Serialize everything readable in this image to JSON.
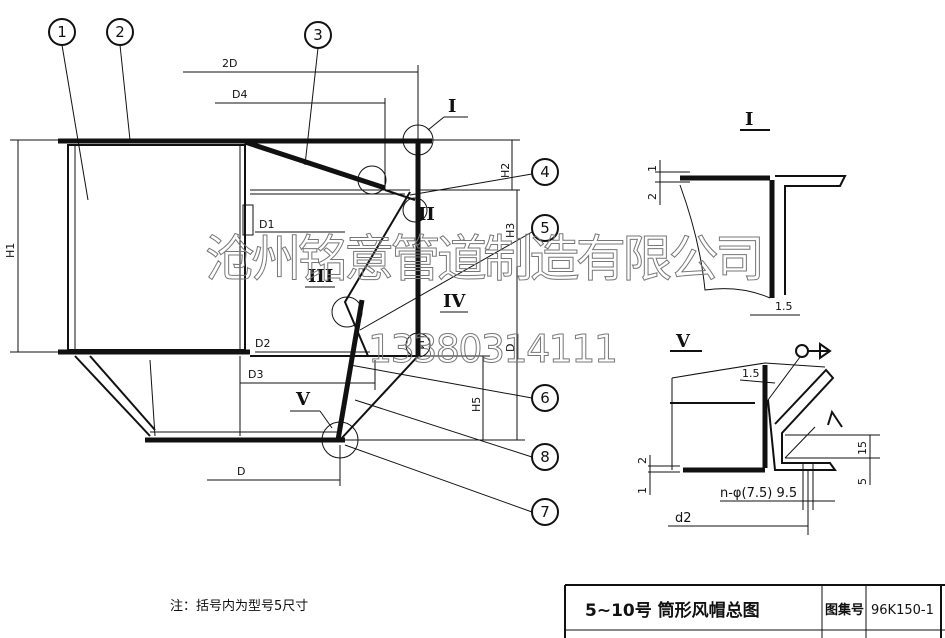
{
  "balloons": [
    "1",
    "2",
    "3",
    "4",
    "5",
    "6",
    "7",
    "8"
  ],
  "roman_labels": {
    "I": "I",
    "II": "II",
    "III": "III",
    "IV": "IV",
    "V": "V"
  },
  "dimensions": {
    "twoD": "2D",
    "D4": "D4",
    "D1": "D1",
    "D2": "D2",
    "D3": "D3",
    "D": "D",
    "D_right": "D",
    "H1": "H1",
    "H2": "H2",
    "H3": "H3",
    "H4": "H4",
    "H5": "H5"
  },
  "detail_I": {
    "title": "I",
    "dim_1": "1",
    "dim_2": "2",
    "dim_15": "1.5"
  },
  "detail_V": {
    "title": "V",
    "dim_15t": "1.5",
    "dim_2": "2",
    "dim_1": "1",
    "dim_15": "15",
    "dim_5": "5",
    "holes": "n-φ(7.5) 9.5",
    "d2": "d2"
  },
  "watermark": {
    "company": "沧州铭意管道制造有限公司",
    "phone": "13380314111"
  },
  "note": "注：括号内为型号5尺寸",
  "title_block": {
    "title": "5~10号 筒形风帽总图",
    "atlas_label": "图集号",
    "atlas_no": "96K150-1"
  }
}
